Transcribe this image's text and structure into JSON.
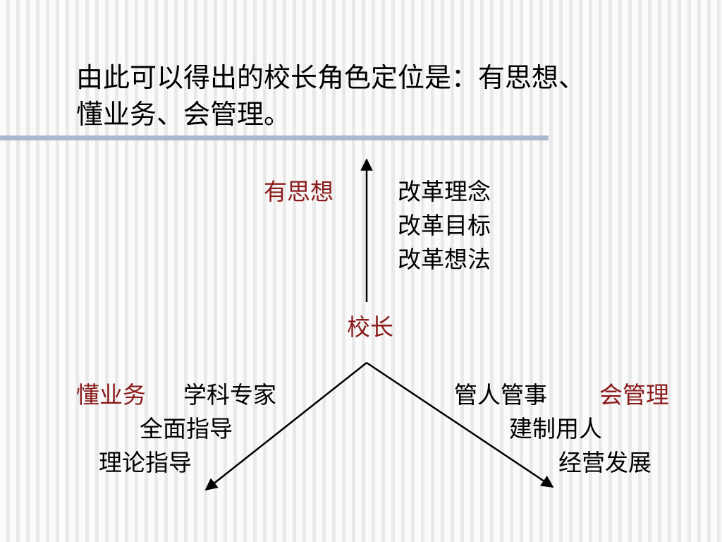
{
  "slide": {
    "title_line1": "由此可以得出的校长角色定位是：有思想、",
    "title_line2": "懂业务、会管理。"
  },
  "diagram": {
    "center": "校长",
    "top": {
      "role": "有思想",
      "items": [
        "改革理念",
        "改革目标",
        "改革想法"
      ]
    },
    "left": {
      "role": "懂业务",
      "items": [
        "学科专家",
        "全面指导",
        "理论指导"
      ]
    },
    "right": {
      "role": "会管理",
      "items": [
        "管人管事",
        "建制用人",
        "经营发展"
      ]
    }
  },
  "colors": {
    "role_text": "#8b1b1b",
    "rule": "#a9b9cf"
  }
}
